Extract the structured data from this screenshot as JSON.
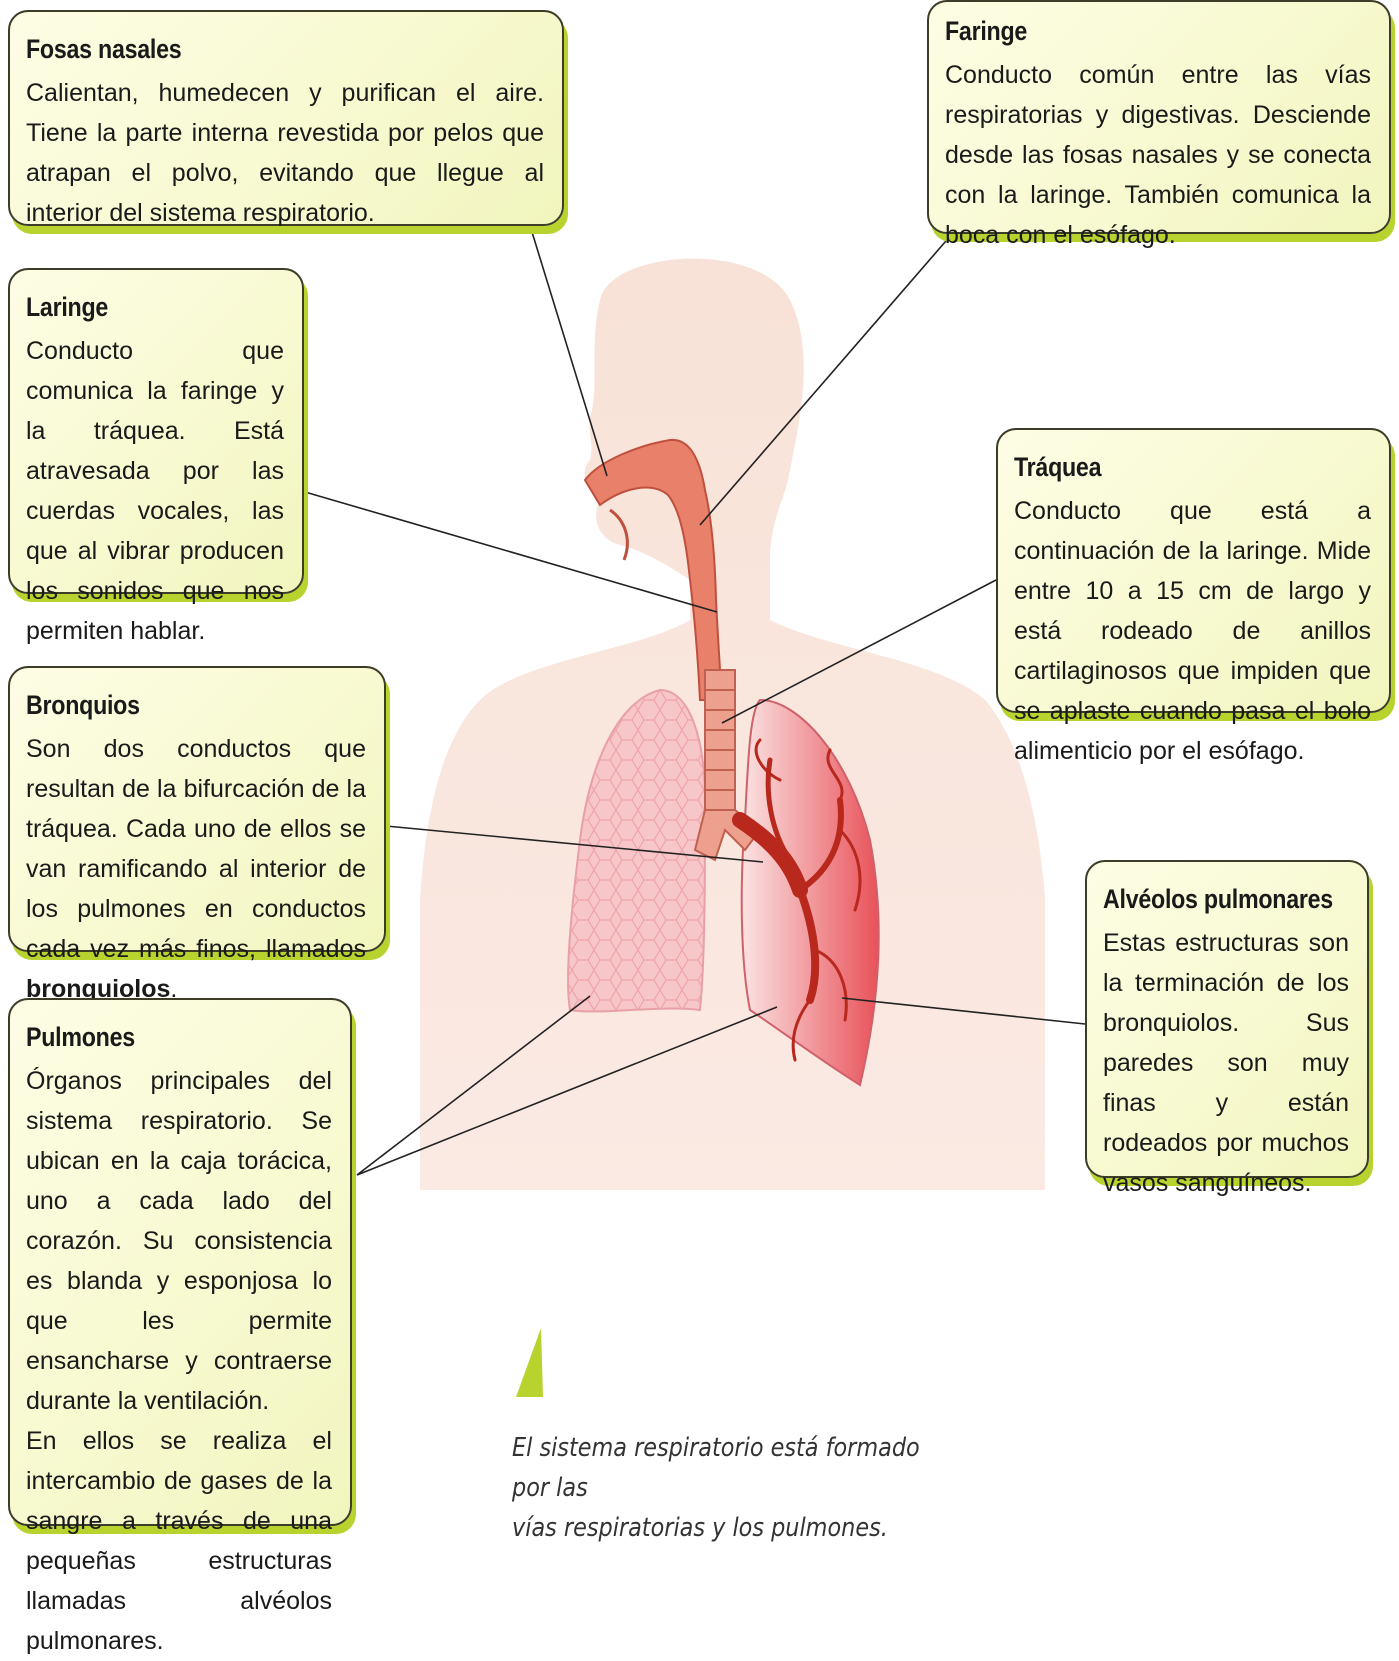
{
  "boxes": {
    "fosas": {
      "title": "Fosas nasales",
      "text": "Calientan, humedecen y purifican el aire. Tiene la parte interna revestida por pelos que atrapan el polvo, evitando que llegue al interior del sistema respiratorio."
    },
    "faringe": {
      "title": "Faringe",
      "text": "Conducto común entre las vías respiratorias y digestivas. Desciende desde las fosas nasales y se conecta con la laringe. También comunica la boca con el esófago."
    },
    "laringe": {
      "title": "Laringe",
      "text": "Conducto que comunica la faringe y la tráquea. Está atravesada por las cuerdas vocales, las que al vibrar producen los sonidos que nos permiten hablar."
    },
    "traquea": {
      "title": "Tráquea",
      "text": "Conducto que está a continuación de la laringe. Mide entre 10 a 15 cm de largo y está rodeado de anillos cartilaginosos que impiden que se aplaste cuando pasa el bolo alimenticio por el esófago."
    },
    "bronquios": {
      "title": "Bronquios",
      "text_before": "Son dos conductos que resultan de la bifurcación de la tráquea. Cada uno de ellos se van ramificando al interior de los pulmones en conductos cada vez más finos, llamados ",
      "text_bold": "bronquiolos",
      "text_after": "."
    },
    "alveolos": {
      "title": "Alvéolos pulmonares",
      "text": "Estas estructuras son la terminación de los bronquiolos. Sus paredes son muy finas y están rodeados por muchos vasos sanguíneos."
    },
    "pulmones": {
      "title": "Pulmones",
      "text1": "Órganos principales del sistema respiratorio. Se ubican en la caja torácica, uno a cada lado del corazón. Su consistencia es blanda y esponjosa lo que les permite ensancharse y contraerse durante la ventilación.",
      "text2": "En ellos se realiza el intercambio de gases de la sangre a través de una pequeñas estructuras llamadas alvéolos pulmonares."
    }
  },
  "caption": {
    "line1": "El sistema respiratorio está formado por las",
    "line2": "vías respiratorias y los pulmones."
  },
  "colors": {
    "box_fill": "#f7f9cf",
    "box_shadow": "#b8d22e",
    "body_skin": "#f6d8c8",
    "airway": "#e8806a",
    "bronchi": "#b8281c"
  }
}
